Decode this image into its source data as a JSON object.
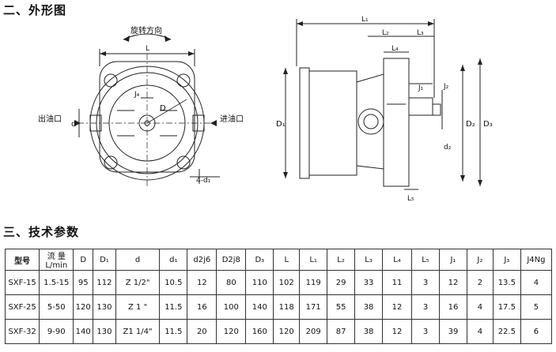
{
  "section_outline": "二、外形图",
  "section_params": "三、技术参数",
  "drawing": {
    "rotation": "旋转方向",
    "outlet": "出油口",
    "inlet": "进油口",
    "L": "L",
    "J4": "J₄",
    "D": "D",
    "d": "d",
    "d1": "4-d₁",
    "L1": "L₁",
    "L2": "L₂",
    "L3": "L₃",
    "L4": "L₄",
    "L5": "L₅",
    "J1": "J₁",
    "J2": "J₂",
    "D1": "D₁",
    "D2": "D₂",
    "D3": "D₃",
    "d2": "d₂"
  },
  "table": {
    "headers": [
      "型号",
      "流 量\nL/min",
      "D",
      "D₁",
      "d",
      "d₁",
      "d2j6",
      "D2j8",
      "D₃",
      "L",
      "L₁",
      "L₂",
      "L₃",
      "L₄",
      "L₅",
      "J₁",
      "J₂",
      "J₃",
      "J4Ng"
    ],
    "rows": [
      [
        "SXF-15",
        "1.5-15",
        "95",
        "112",
        "Z 1/2\"",
        "10.5",
        "12",
        "80",
        "110",
        "102",
        "119",
        "29",
        "33",
        "11",
        "3",
        "12",
        "2",
        "13.5",
        "4"
      ],
      [
        "SXF-25",
        "5-50",
        "120",
        "130",
        "Z 1 \"",
        "11.5",
        "16",
        "100",
        "140",
        "118",
        "171",
        "55",
        "38",
        "12",
        "3",
        "16",
        "4",
        "17.5",
        "5"
      ],
      [
        "SXF-32",
        "9-90",
        "140",
        "130",
        "Z1 1/4\"",
        "11.5",
        "20",
        "120",
        "160",
        "120",
        "209",
        "87",
        "38",
        "12",
        "3",
        "39",
        "4",
        "22.5",
        "6"
      ]
    ]
  }
}
